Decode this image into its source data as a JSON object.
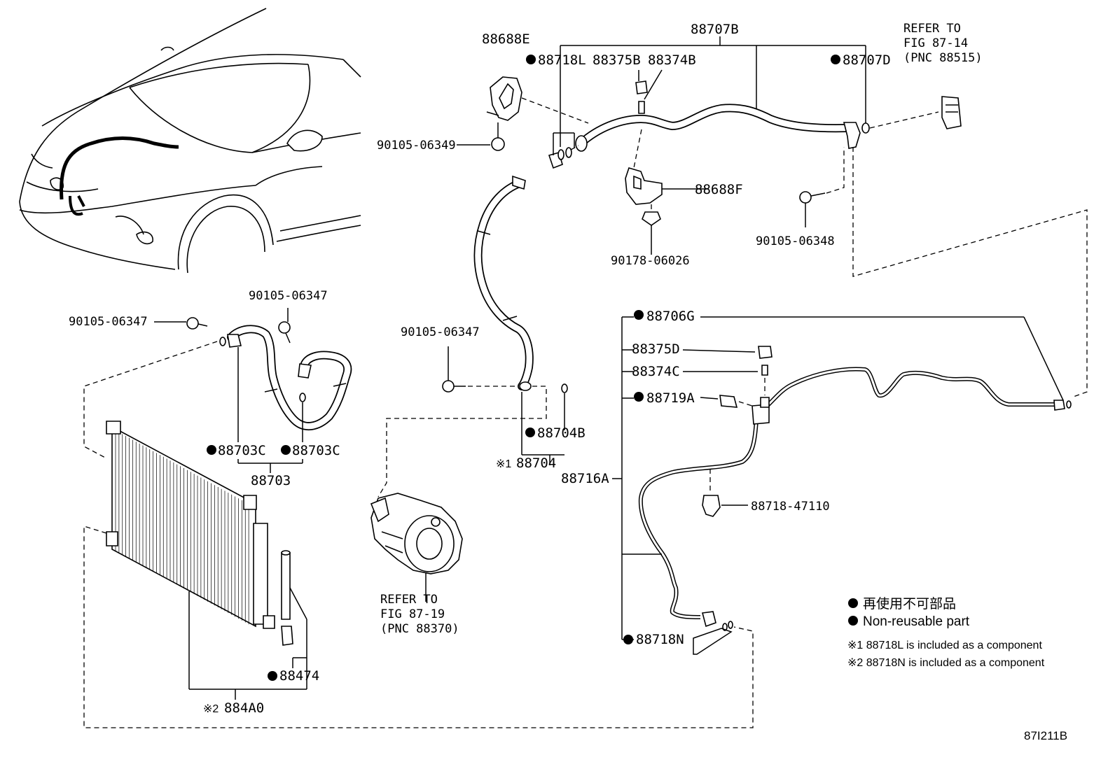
{
  "labels": {
    "p88688E": "88688E",
    "p88707B": "88707B",
    "p88718L": "88718L",
    "p88375B": "88375B",
    "p88374B": "88374B",
    "p88707D": "88707D",
    "p90105_06349": "90105-06349",
    "p88688F": "88688F",
    "p90105_06348": "90105-06348",
    "p90178_06026": "90178-06026",
    "p90105_06347_a": "90105-06347",
    "p90105_06347_b": "90105-06347",
    "p90105_06347_c": "90105-06347",
    "p88703C_a": "88703C",
    "p88703C_b": "88703C",
    "p88703": "88703",
    "p88704B": "88704B",
    "p88704": "88704",
    "p88706G": "88706G",
    "p88375D": "88375D",
    "p88374C": "88374C",
    "p88719A": "88719A",
    "p88716A": "88716A",
    "p88718_47110": "88718-47110",
    "p88718N": "88718N",
    "p88474": "88474",
    "p884A0": "884A0"
  },
  "refs": {
    "top_right": {
      "line1": "REFER TO",
      "line2": "FIG 87-14",
      "line3": "(PNC 88515)"
    },
    "compressor": {
      "line1": "REFER TO",
      "line2": "FIG 87-19",
      "line3": "(PNC 88370)"
    }
  },
  "markers": {
    "note1": "※1",
    "note2": "※2"
  },
  "legend": {
    "line_jp": "再使用不可部品",
    "line_en": "Non-reusable part",
    "note1": "※1  88718L  is included as a component",
    "note2": "※2  88718N  is included as a component"
  },
  "figure_code": "87I211B"
}
